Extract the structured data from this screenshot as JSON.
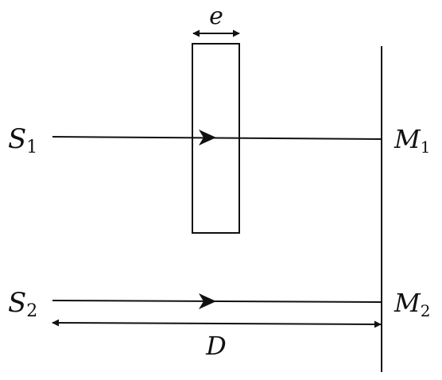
{
  "labels": {
    "slab_thickness": "e",
    "source1": {
      "main": "S",
      "sub": "1"
    },
    "source2": {
      "main": "S",
      "sub": "2"
    },
    "point1": {
      "main": "M",
      "sub": "1"
    },
    "point2": {
      "main": "M",
      "sub": "2"
    },
    "distance": "D"
  },
  "colors": {
    "stroke": "#111111",
    "background": "#ffffff"
  }
}
